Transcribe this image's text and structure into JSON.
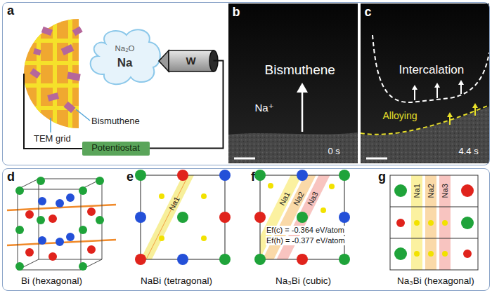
{
  "diagram": {
    "nodes": [
      {
        "text": [
          "a"
        ]
      },
      {
        "text": [
          "Potentiostat"
        ],
        "in": 0
      },
      {
        "text": [
          "Na₂O",
          "Na"
        ],
        "in": 0
      },
      {
        "text": [
          "W"
        ],
        "in": 0
      },
      {
        "text": [
          "b",
          "Bismuthene",
          "Na⁺",
          "0 s"
        ],
        "in": 0
      },
      {
        "text": [
          "c",
          "Intercalation",
          "Alloying",
          "4.4 s"
        ],
        "in": 0
      },
      {
        "text": [
          "d"
        ]
      }
    ],
    "edges": [
      {
        "from": 1,
        "to": 3,
        "arrow": "none"
      }
    ],
    "labels": [
      "TEM grid",
      "Bismuthene",
      "e",
      "f",
      "g",
      "Bi (hexagonal)",
      "Na1",
      "NaBi (tetragonal)",
      "Na1",
      "Na2",
      "Na3",
      "Ef(c) = -0.364 eV/atom",
      "Ef(h) = -0.377 eV/atom",
      "Na₃Bi (cubic)",
      "Na1",
      "Na2",
      "Na3",
      "Na₃Bi (hexagonal)"
    ]
  }
}
